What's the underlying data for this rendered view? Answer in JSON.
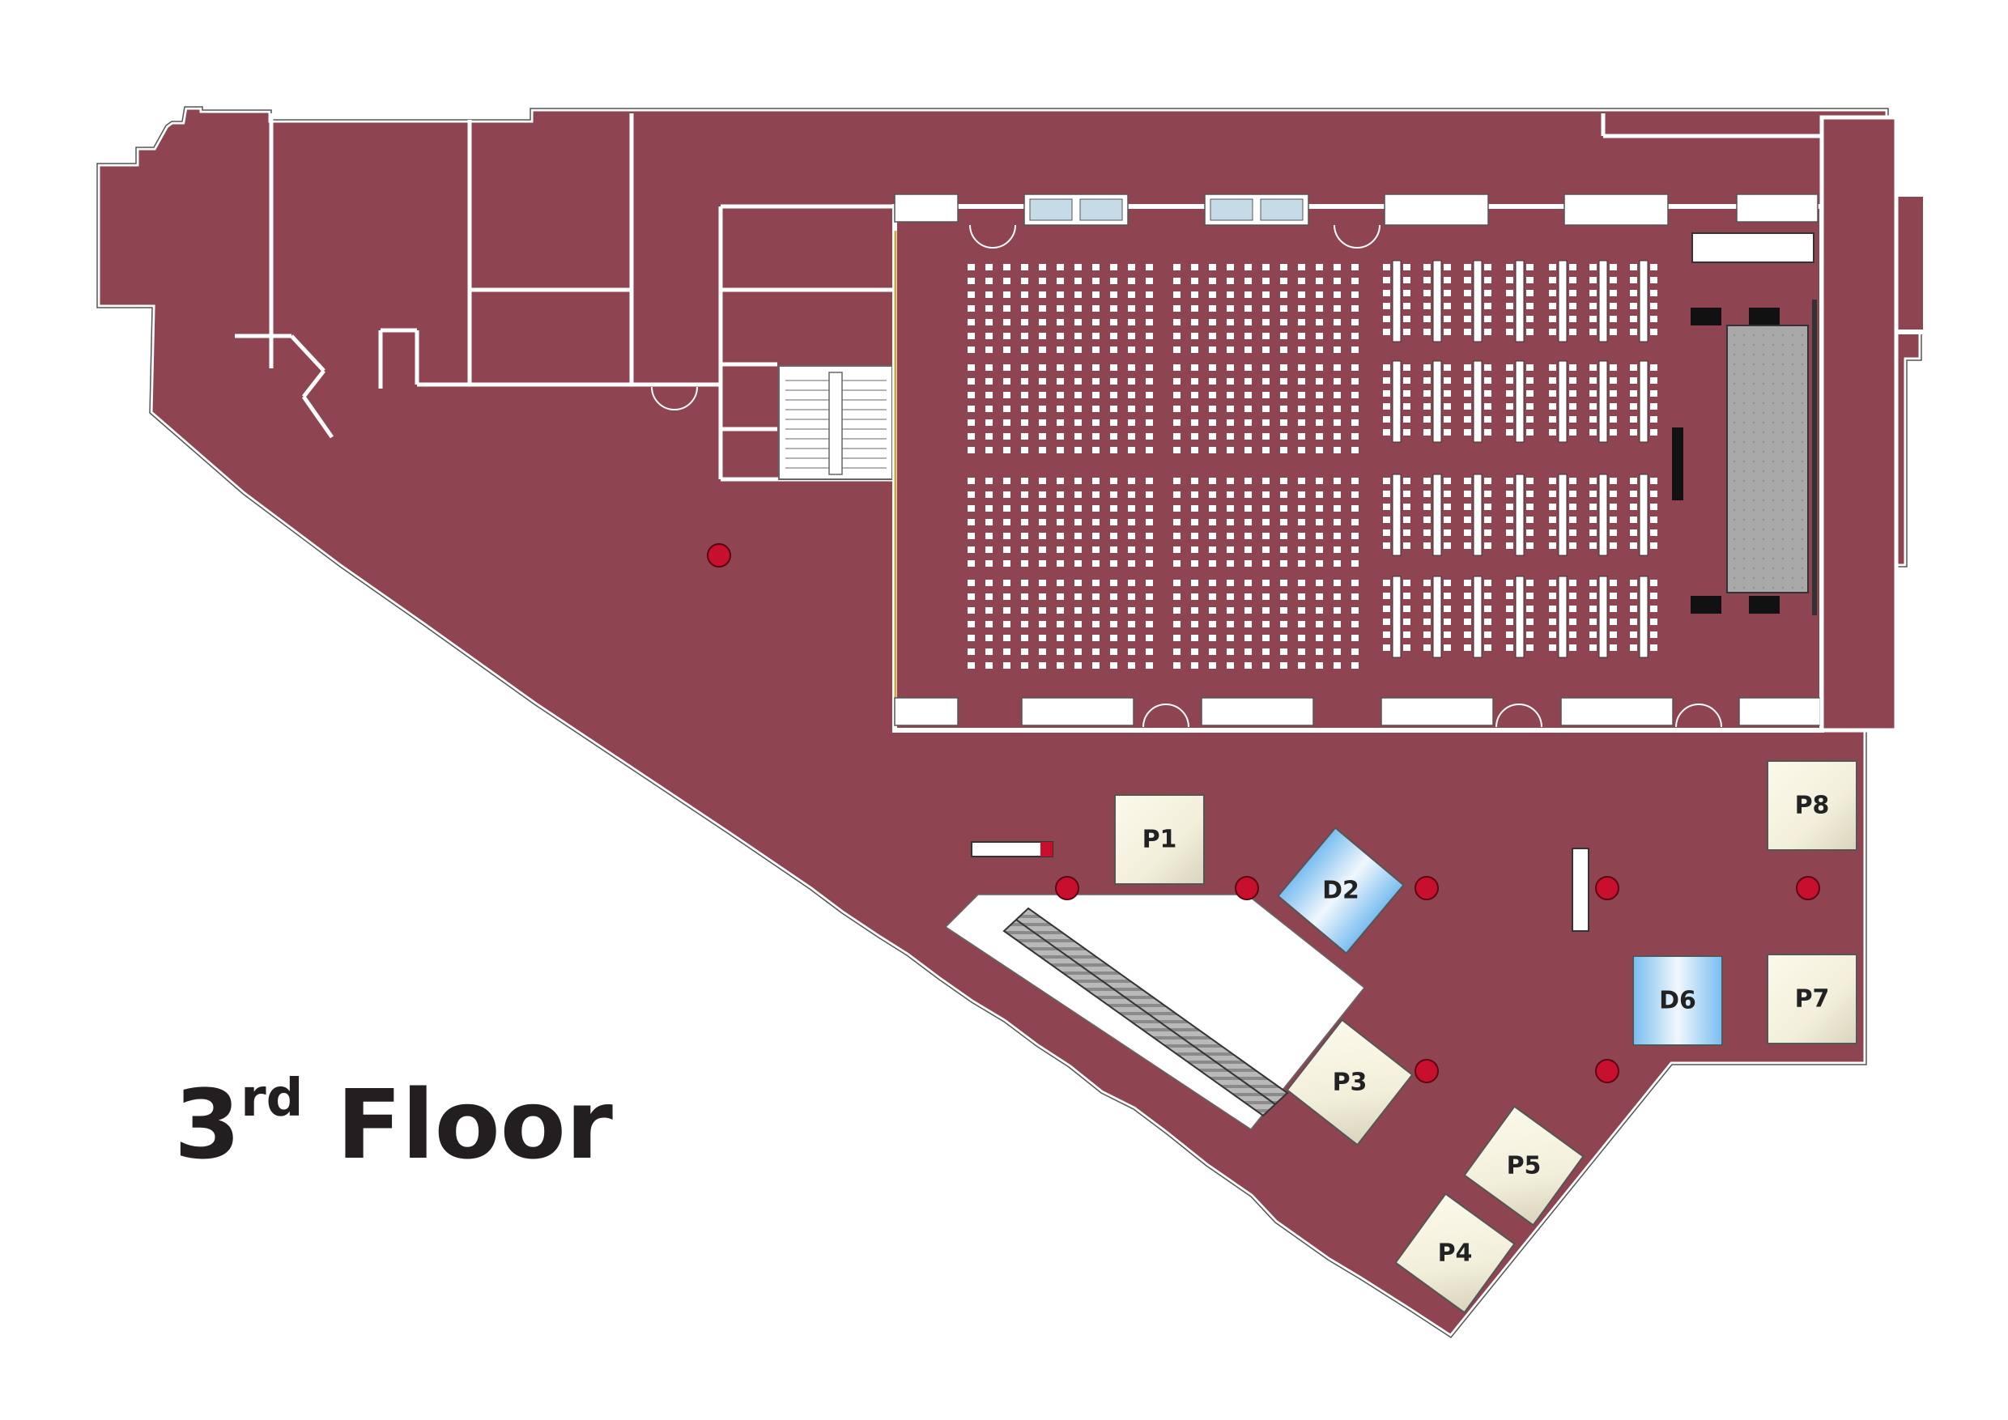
{
  "title": {
    "number": "3",
    "suffix": "rd",
    "word": "Floor"
  },
  "colors": {
    "floor": "#8f4452",
    "wall": "#ffffff",
    "wall_edge": "#444444",
    "pillar": "#c8102e",
    "booth_p": "#f2efdb",
    "booth_d": "#8ec7ee",
    "stage": "#a9a9a9",
    "void": "#ffffff"
  },
  "booths": [
    {
      "id": "P1",
      "kind": "P"
    },
    {
      "id": "D2",
      "kind": "D"
    },
    {
      "id": "P3",
      "kind": "P"
    },
    {
      "id": "P4",
      "kind": "P"
    },
    {
      "id": "P5",
      "kind": "P"
    },
    {
      "id": "D6",
      "kind": "D"
    },
    {
      "id": "P7",
      "kind": "P"
    },
    {
      "id": "P8",
      "kind": "P"
    }
  ],
  "hall": {
    "seat_blocks": 4,
    "table_columns": 7
  },
  "icons": [
    "escalator-icon",
    "stairs-icon",
    "stage-icon",
    "door-icon",
    "pillar-icon"
  ]
}
